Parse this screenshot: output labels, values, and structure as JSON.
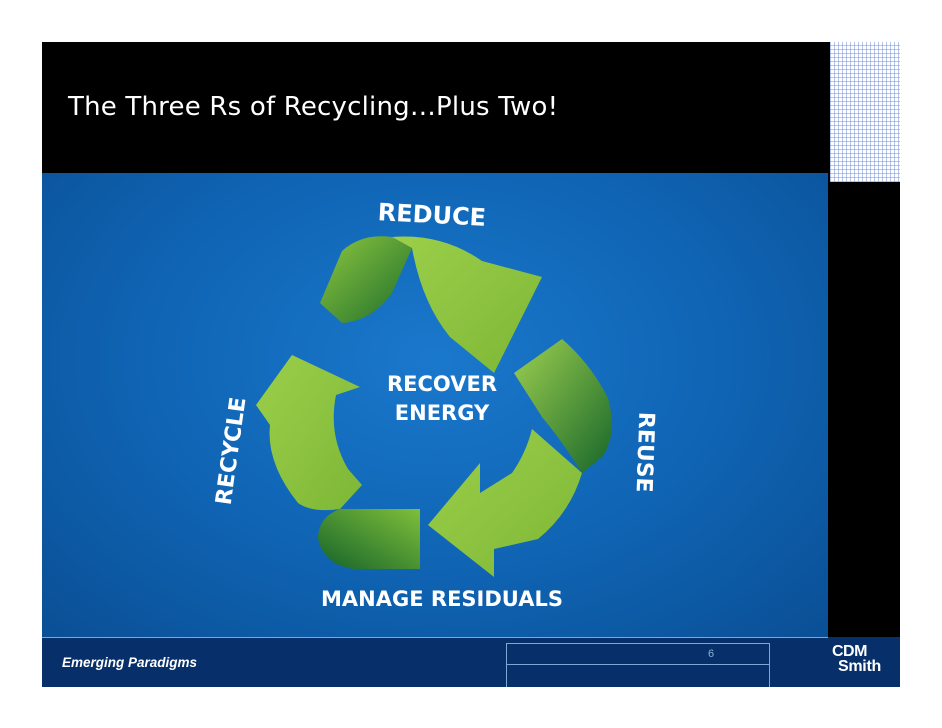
{
  "slide": {
    "title": "The Three Rs of Recycling…Plus Two!",
    "labels": {
      "reduce": "REDUCE",
      "reuse": "REUSE",
      "recycle": "RECYCLE",
      "recover_line1": "RECOVER",
      "recover_line2": "ENERGY",
      "manage": "MANAGE RESIDUALS"
    },
    "footer": "Emerging Paradigms",
    "page_number": "6",
    "logo": {
      "line1": "CDM",
      "line2": "Smith"
    }
  },
  "colors": {
    "header_bg": "#000000",
    "content_blue": "#1270c2",
    "footer_navy": "#07306a",
    "arrow_light_green": "#8dc63f",
    "arrow_dark_green": "#1e7d32",
    "text_white": "#ffffff"
  },
  "icons": [
    "recycling-symbol-icon"
  ]
}
